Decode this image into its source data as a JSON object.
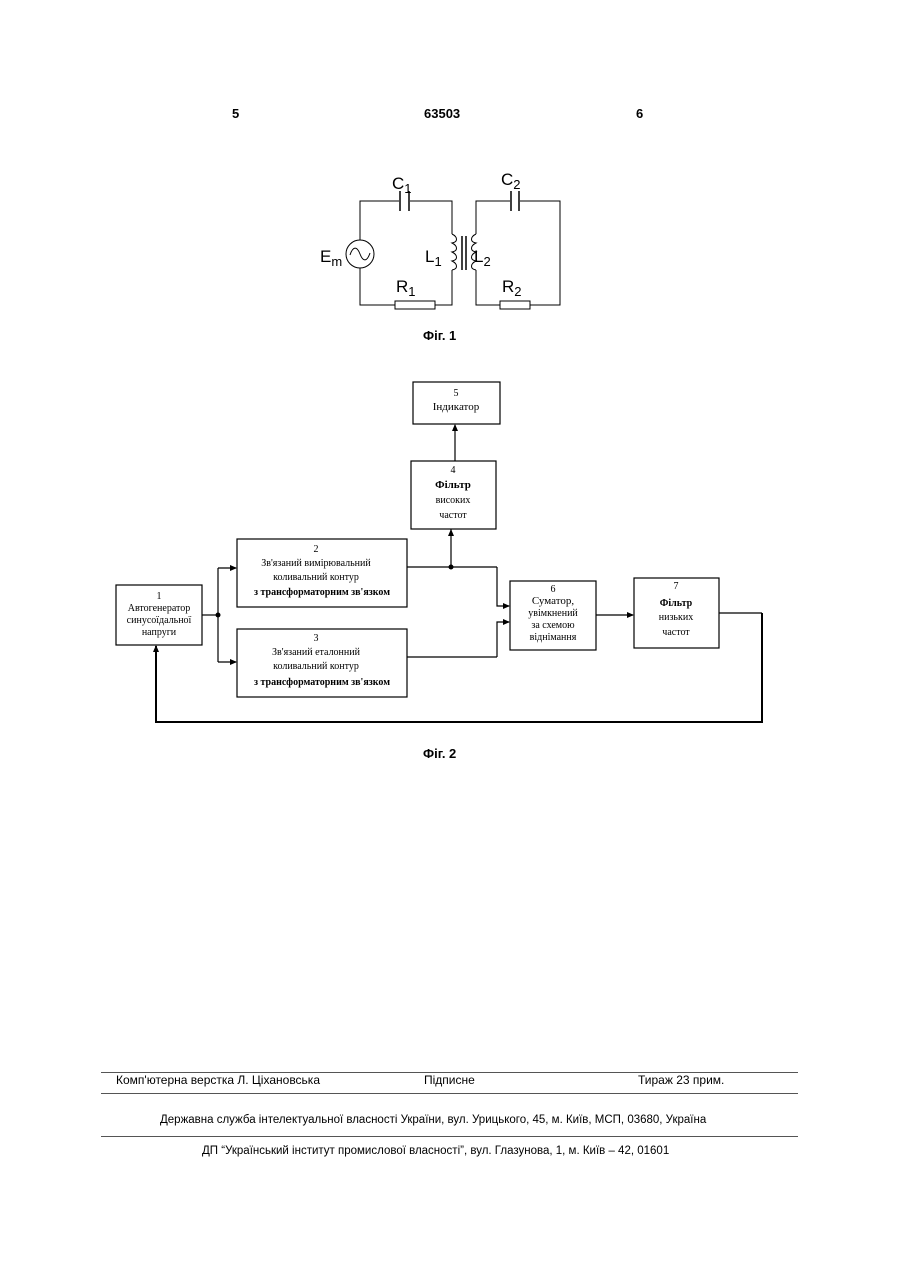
{
  "header": {
    "left_page": "5",
    "patent_number": "63503",
    "right_page": "6"
  },
  "fig1": {
    "caption": "Фіг. 1",
    "labels": {
      "c1_main": "C",
      "c1_sub": "1",
      "c2_main": "C",
      "c2_sub": "2",
      "em_main": "E",
      "em_sub": "m",
      "l1_main": "L",
      "l1_sub": "1",
      "l2_main": "L",
      "l2_sub": "2",
      "r1_main": "R",
      "r1_sub": "1",
      "r2_main": "R",
      "r2_sub": "2"
    }
  },
  "fig2": {
    "caption": "Фіг. 2",
    "blocks": {
      "b1": {
        "num": "1",
        "lines": [
          "Автогенератор",
          "синусоїдальної",
          "напруги"
        ]
      },
      "b2": {
        "num": "2",
        "lines": [
          "Зв'язаний вимірювальний",
          "коливальний контур",
          "з трансформаторним зв'язком"
        ]
      },
      "b3": {
        "num": "3",
        "lines": [
          "Зв'язаний еталонний",
          "коливальний контур",
          "з трансформаторним зв'язком"
        ]
      },
      "b4": {
        "num": "4",
        "lines": [
          "Фільтр",
          "високих",
          "частот"
        ]
      },
      "b5": {
        "num": "5",
        "lines": [
          "Індикатор"
        ]
      },
      "b6": {
        "num": "6",
        "lines": [
          "Суматор,",
          "увімкнений",
          "за схемою",
          "віднімання"
        ]
      },
      "b7": {
        "num": "7",
        "lines": [
          "Фільтр",
          "низьких",
          "частот"
        ]
      }
    }
  },
  "footer": {
    "layout": "Комп'ютерна верстка Л. Ціхановська",
    "signed": "Підписне",
    "circulation": "Тираж 23 прим.",
    "agency": "Державна служба інтелектуальної власності України, вул. Урицького, 45, м. Київ, МСП, 03680, Україна",
    "institute": "ДП “Український інститут промислової власності”, вул. Глазунова, 1, м. Київ – 42, 01601"
  }
}
